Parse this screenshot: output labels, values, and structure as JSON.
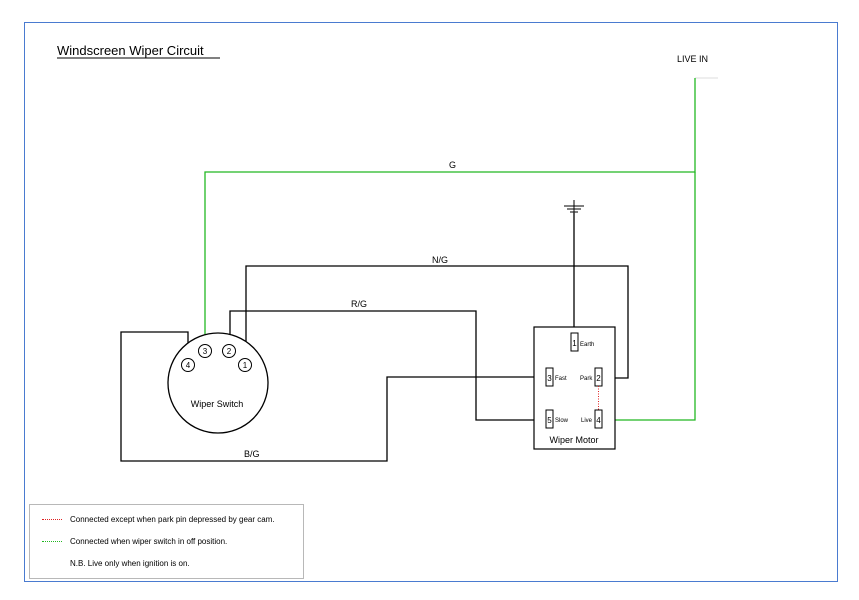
{
  "title": "Windscreen Wiper Circuit",
  "live_in": "LIVE IN",
  "wire_labels": {
    "g": "G",
    "ng": "N/G",
    "rg": "R/G",
    "bg": "B/G"
  },
  "switch": {
    "label": "Wiper Switch",
    "pins": {
      "p1": "1",
      "p2": "2",
      "p3": "3",
      "p4": "4"
    }
  },
  "motor": {
    "label": "Wiper Motor",
    "pins": {
      "p1": "1",
      "p2": "2",
      "p3": "3",
      "p4": "4",
      "p5": "5"
    },
    "pin_labels": {
      "earth": "Earth",
      "park": "Park",
      "fast": "Fast",
      "slow": "Slow",
      "live": "Live"
    }
  },
  "legend": {
    "red_text": "Connected except when park pin depressed by gear cam.",
    "green_text": "Connected when wiper switch in off position.",
    "note": "N.B. Live only when ignition is on."
  },
  "colors": {
    "green_wire": "#22b822",
    "red_link": "#e02020",
    "black_wire": "#000000",
    "frame": "#4a7bd0"
  }
}
